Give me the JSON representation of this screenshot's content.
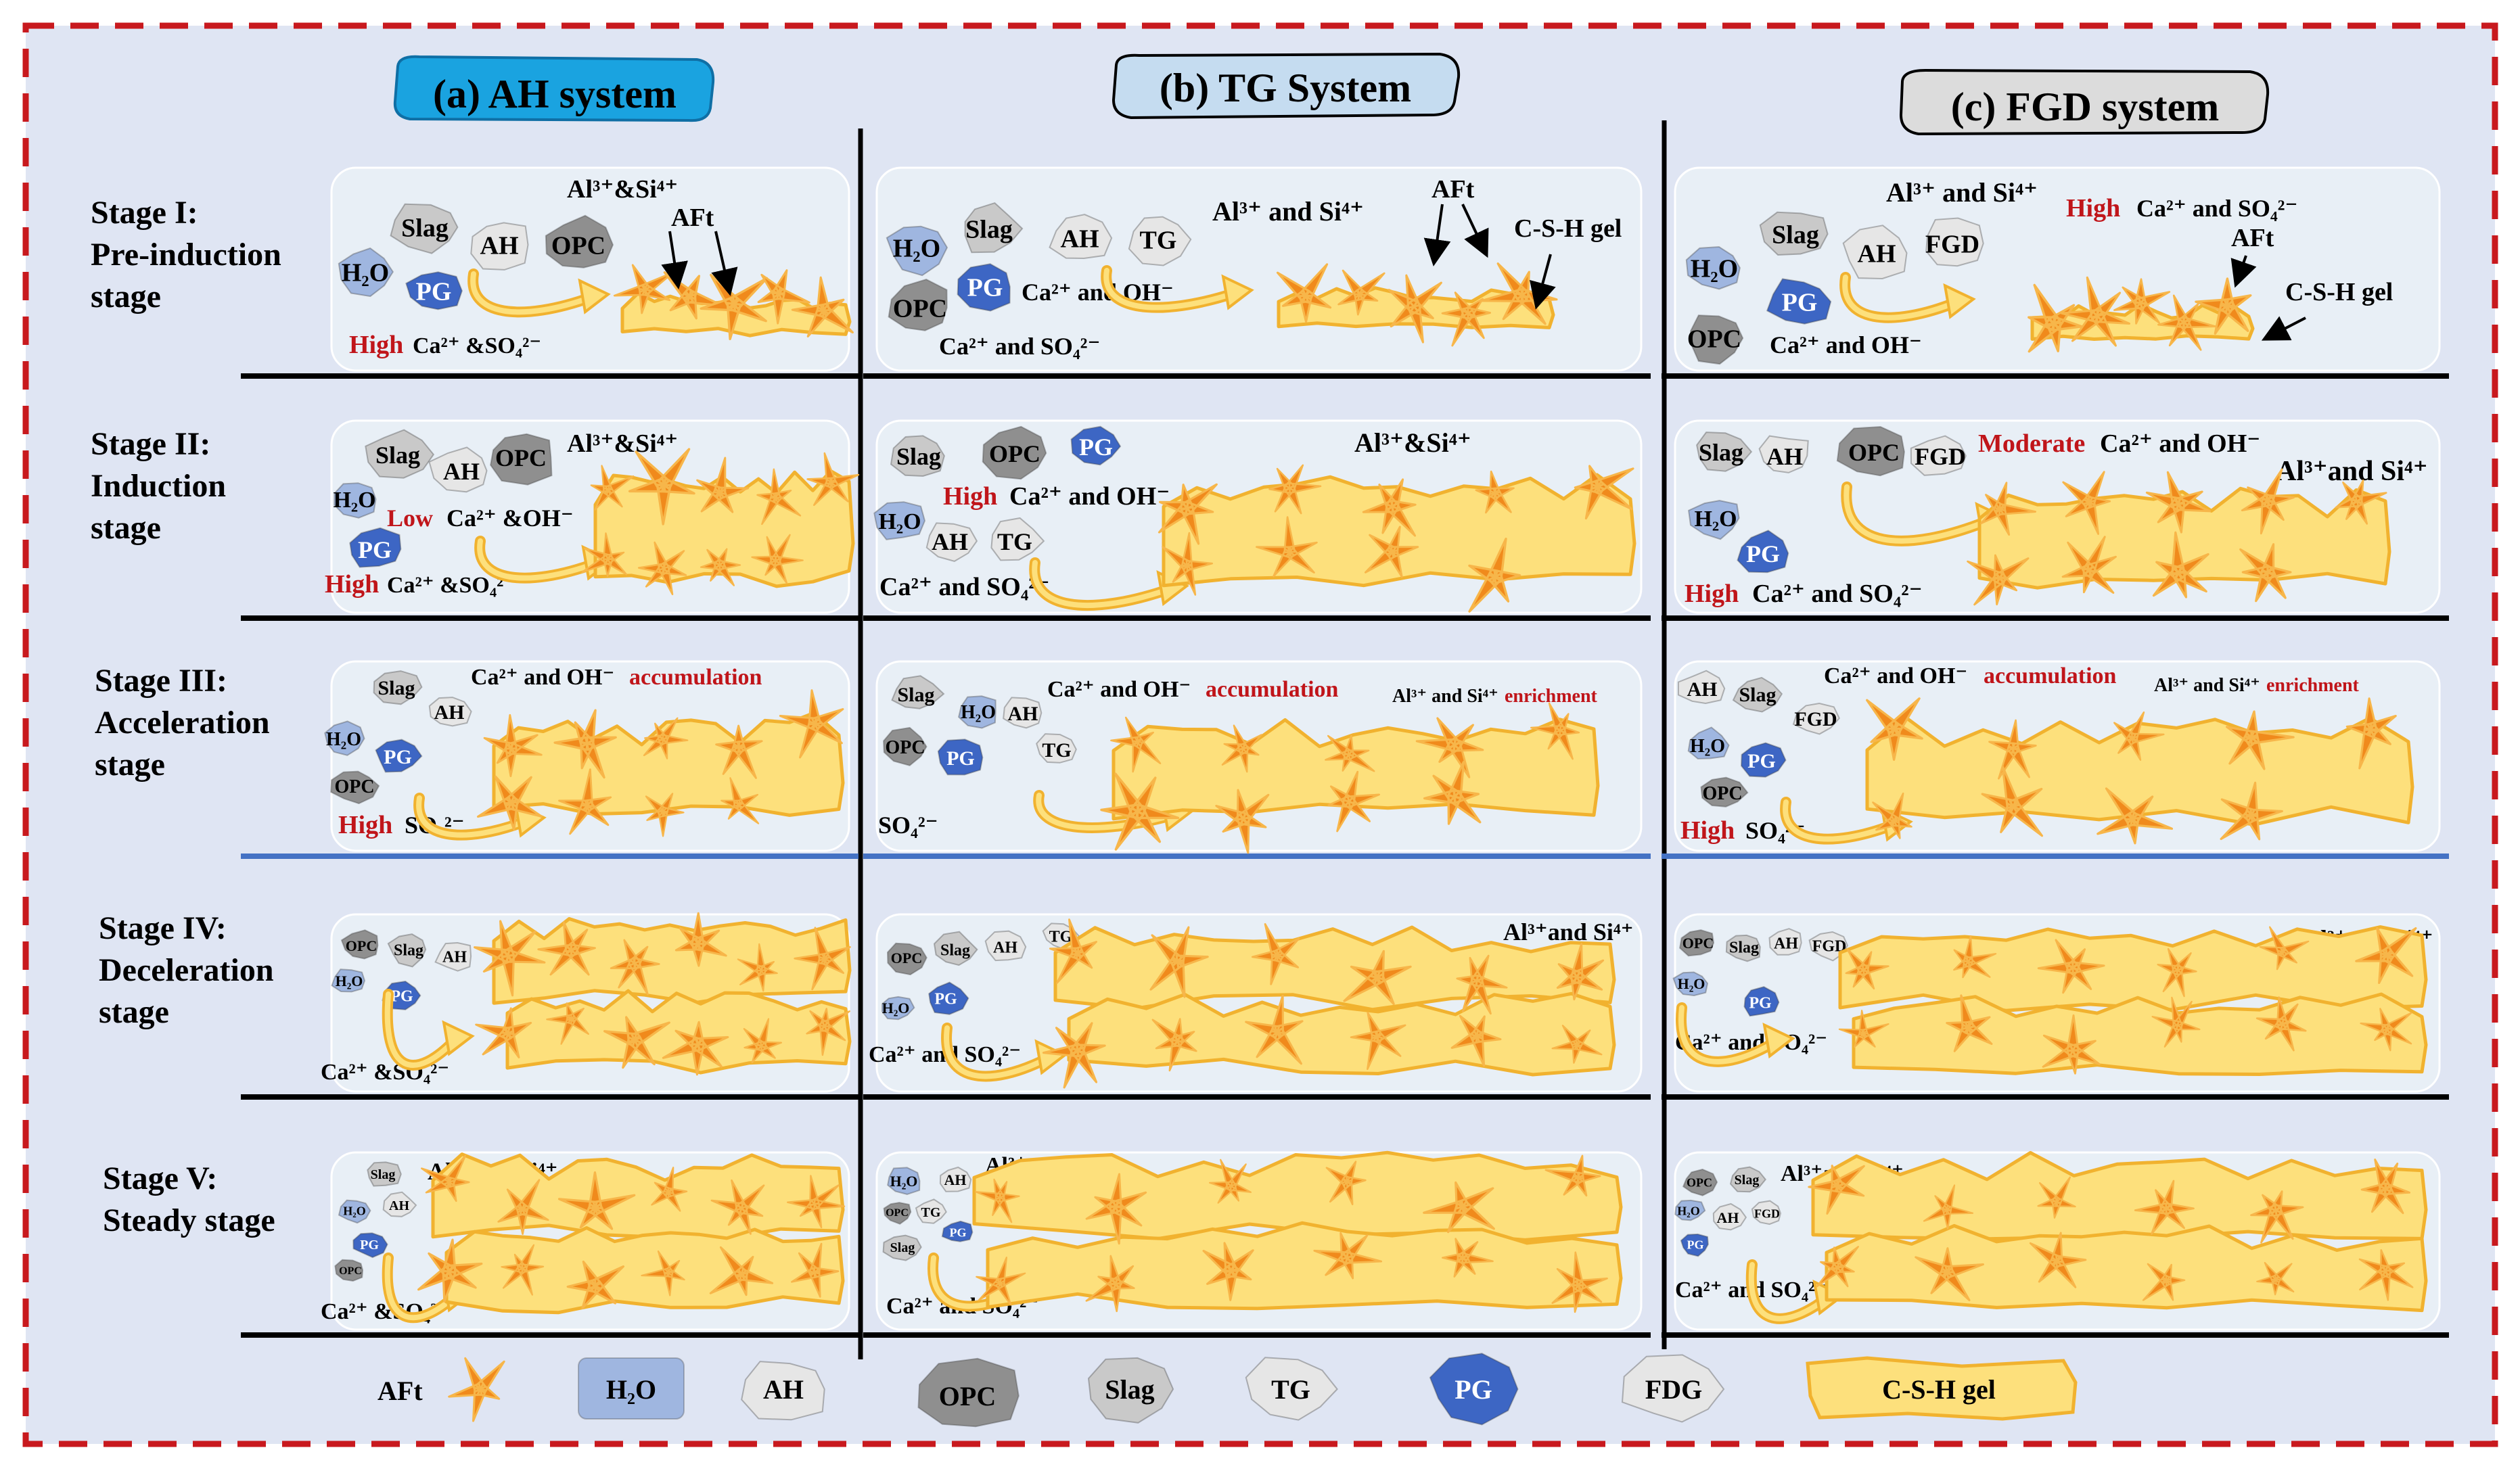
{
  "colors": {
    "frame": "#c8191e",
    "background": "#dfe5f3",
    "panel": "#e8eff6",
    "csh": "#fde07c",
    "csh_stroke": "#f1b22f",
    "aft": "#f08a1c",
    "aft_light": "#f7b64a",
    "water": "#9fb6e0",
    "pg": "#3d66c4",
    "opc": "#8f8f8f",
    "slag": "#c9c9c9",
    "ah": "#e6e6e6",
    "accent_red": "#c0151a",
    "rule_blue": "#4472c4",
    "title_a": "#1aa3e0",
    "title_b": "#c5dcf0",
    "title_c": "#dcdcdc"
  },
  "systems": [
    {
      "title": "(a) AH system"
    },
    {
      "title": "(b) TG System"
    },
    {
      "title": "(c) FGD system"
    }
  ],
  "stages": [
    {
      "name": "Stage I:",
      "desc": [
        "Pre-induction",
        "stage"
      ]
    },
    {
      "name": "Stage II:",
      "desc": [
        "Induction",
        "stage"
      ]
    },
    {
      "name": "Stage III:",
      "desc": [
        "Acceleration",
        "stage"
      ]
    },
    {
      "name": "Stage IV:",
      "desc": [
        "Deceleration",
        "stage"
      ]
    },
    {
      "name": "Stage V:",
      "desc": [
        "Steady stage"
      ]
    }
  ],
  "labels": {
    "slag": "Slag",
    "ah": "AH",
    "opc": "OPC",
    "h2o": "H₂O",
    "pg": "PG",
    "tg": "TG",
    "fgd": "FGD",
    "aft": "AFt",
    "csh_gel": "C-S-H gel",
    "al_and_si": "Al³⁺ and Si⁴⁺",
    "al_amp_si": "Al³⁺&Si⁴⁺",
    "al_and_si_tight": "Al³⁺and Si⁴⁺",
    "ca_oh": "Ca²⁺ and OH⁻",
    "ca_amp_oh": "Ca²⁺ &OH⁻",
    "ca_so4": "Ca²⁺ and SO₄²⁻",
    "ca_amp_so4": "Ca²⁺ &SO₄²⁻",
    "so4": "SO₄²⁻",
    "high": "High",
    "low": "Low",
    "moderate": "Moderate",
    "accumulation": "accumulation",
    "enrichment": "enrichment"
  },
  "legend": [
    {
      "label": "AFt"
    },
    {
      "label": "H₂O"
    },
    {
      "label": "AH"
    },
    {
      "label": "OPC"
    },
    {
      "label": "Slag"
    },
    {
      "label": "TG"
    },
    {
      "label": "PG"
    },
    {
      "label": "FDG"
    },
    {
      "label": "C-S-H gel"
    }
  ]
}
